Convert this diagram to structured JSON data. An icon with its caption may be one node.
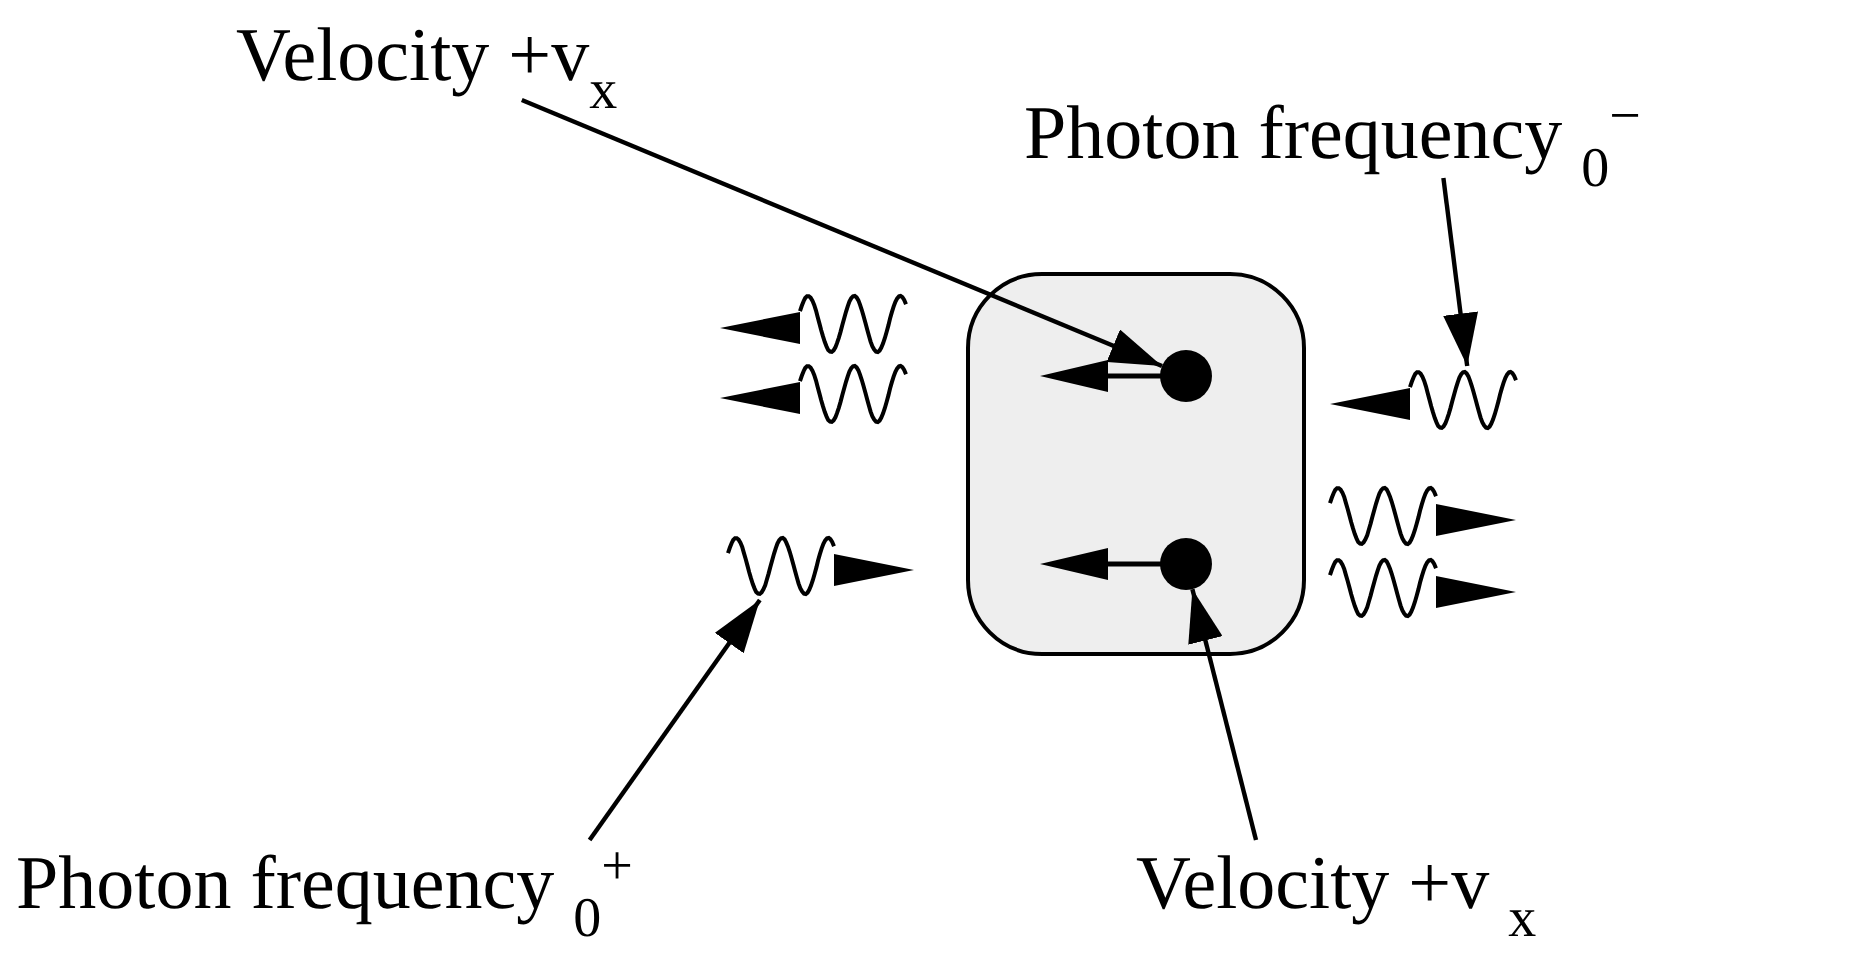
{
  "diagram": {
    "nodes": [
      {
        "text": [
          "Velocity +v$_{x}$"
        ]
      },
      {
        "text": [
          "Photon frequency $_{0}$$^{−}$"
        ]
      },
      {
        "text": [],
        "shape": "box"
      },
      {
        "text": [],
        "shape": "wave"
      },
      {
        "text": [],
        "shape": "wave"
      },
      {
        "text": [],
        "shape": "circle",
        "in": 2
      },
      {
        "text": [],
        "shape": "wave"
      },
      {
        "text": [],
        "shape": "wave"
      },
      {
        "text": [],
        "shape": "wave"
      },
      {
        "text": [],
        "shape": "wave"
      },
      {
        "text": [],
        "shape": "circle",
        "in": 2
      },
      {
        "text": [
          "Photon frequency $_{0}$$^{+}$"
        ]
      },
      {
        "text": [
          "Velocity +v $_{x}$"
        ]
      }
    ],
    "edges": [
      {
        "from": 0,
        "to": 5,
        "arrow": "to"
      },
      {
        "from": 1,
        "to": 6,
        "arrow": "to"
      },
      {
        "from": 11,
        "to": 9,
        "arrow": "to"
      },
      {
        "from": 12,
        "to": 10,
        "arrow": "to"
      }
    ]
  }
}
